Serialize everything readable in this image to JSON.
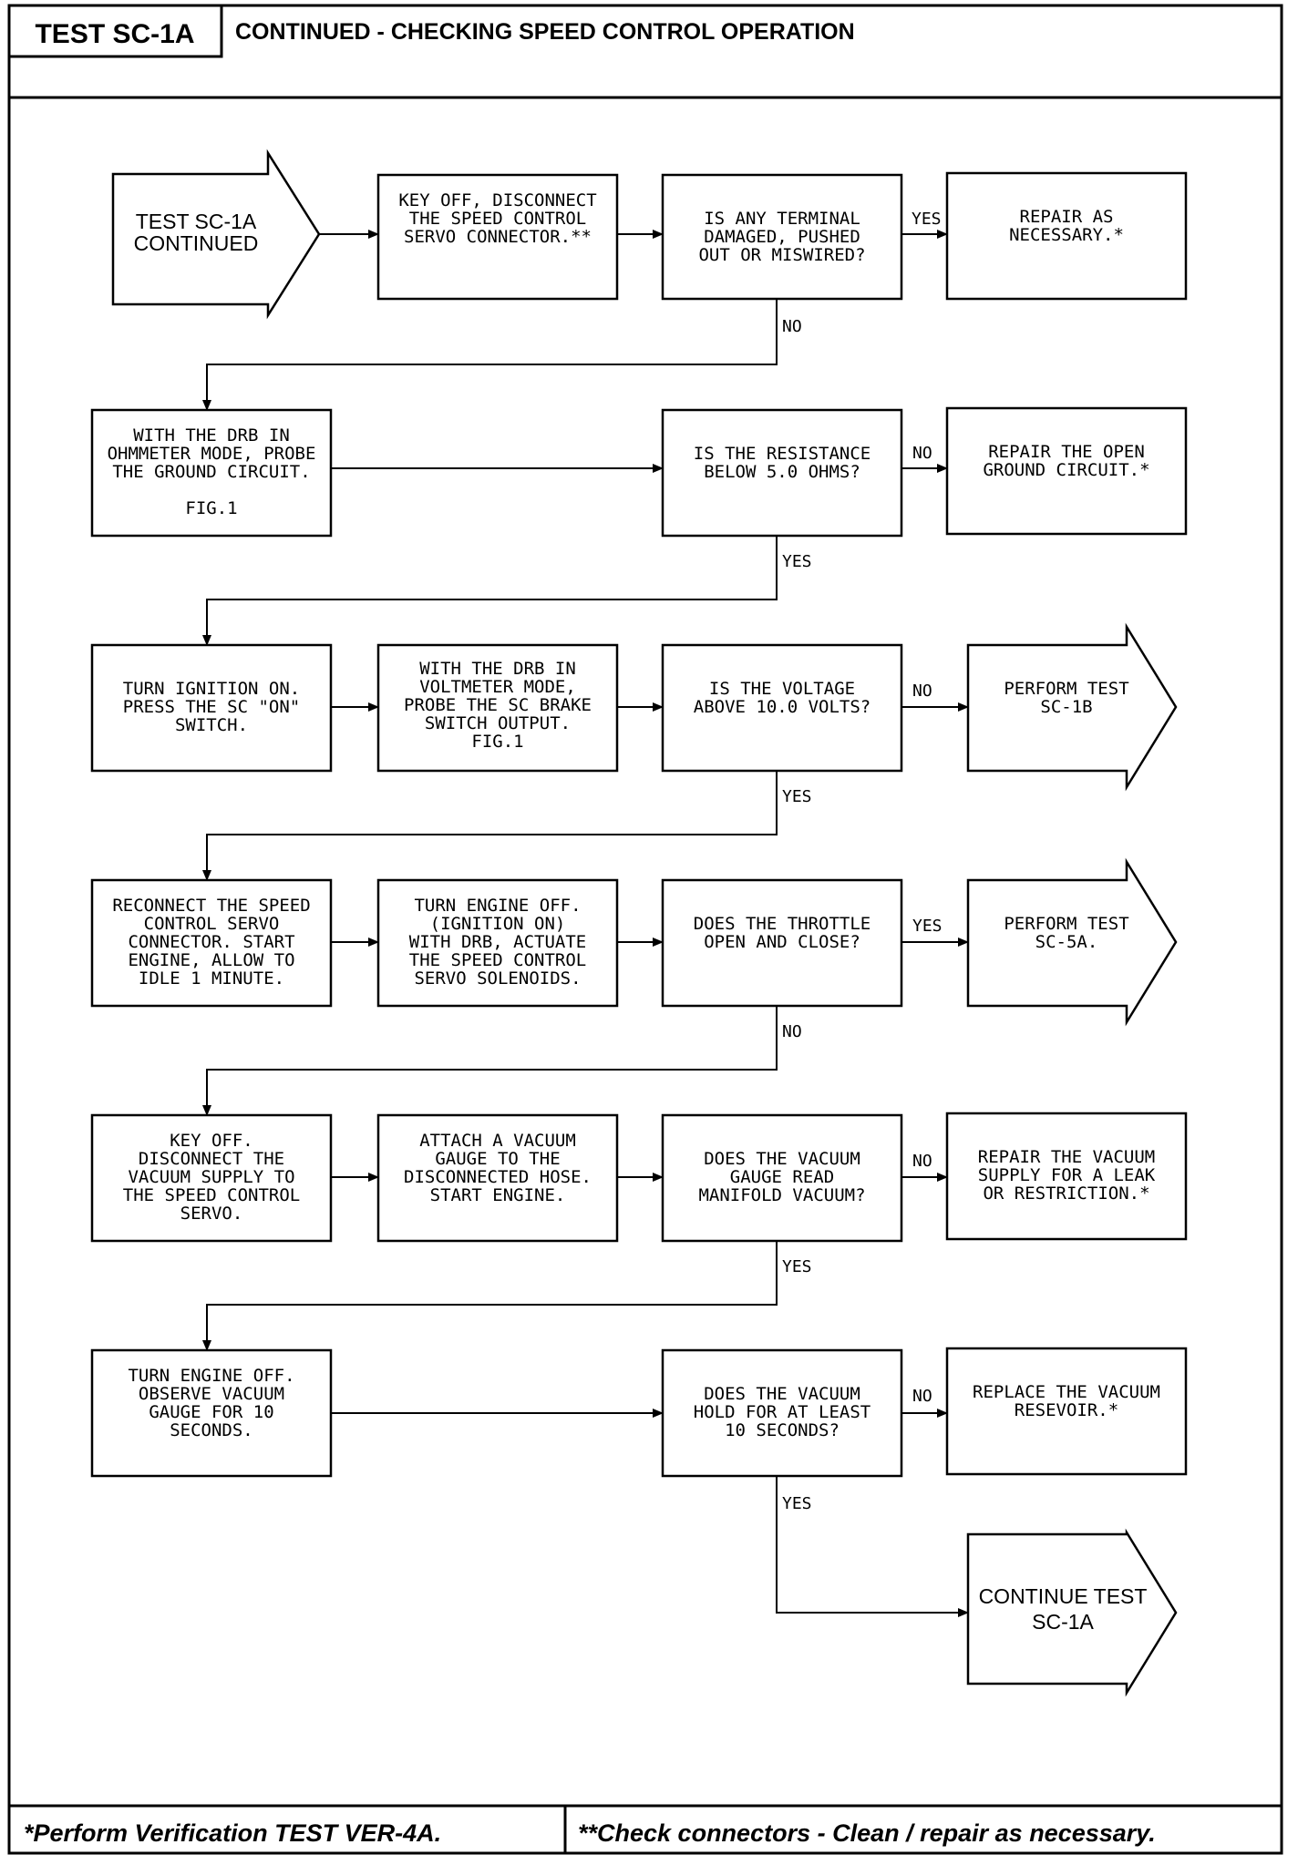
{
  "header": {
    "test_id": "TEST SC-1A",
    "title": "CONTINUED - CHECKING SPEED CONTROL OPERATION"
  },
  "nodes": {
    "start_arrow": [
      "TEST SC-1A",
      "CONTINUED"
    ],
    "r1_key_off": [
      "KEY OFF, DISCONNECT",
      "THE SPEED CONTROL",
      "SERVO CONNECTOR.**"
    ],
    "r1_decision": [
      "IS ANY TERMINAL",
      "DAMAGED, PUSHED",
      "OUT OR MISWIRED?"
    ],
    "r1_repair": [
      "REPAIR AS",
      "NECESSARY.*"
    ],
    "r2_ohmmeter": [
      "WITH THE DRB IN",
      "OHMMETER MODE, PROBE",
      "THE GROUND CIRCUIT.",
      "",
      "FIG.1"
    ],
    "r2_decision": [
      "IS THE RESISTANCE",
      "BELOW 5.0 OHMS?"
    ],
    "r2_repair": [
      "REPAIR THE OPEN",
      "GROUND CIRCUIT.*"
    ],
    "r3_ignition": [
      "TURN IGNITION ON.",
      "PRESS THE SC \"ON\"",
      "SWITCH."
    ],
    "r3_voltmeter": [
      "WITH THE DRB IN",
      "VOLTMETER MODE,",
      "PROBE THE SC BRAKE",
      "SWITCH OUTPUT.",
      "FIG.1"
    ],
    "r3_decision": [
      "IS THE VOLTAGE",
      "ABOVE 10.0 VOLTS?"
    ],
    "r3_perform": [
      "PERFORM TEST",
      "SC-1B"
    ],
    "r4_reconnect": [
      "RECONNECT THE SPEED",
      "CONTROL SERVO",
      "CONNECTOR. START",
      "ENGINE, ALLOW TO",
      "IDLE 1 MINUTE."
    ],
    "r4_engine_off": [
      "TURN ENGINE OFF.",
      "(IGNITION ON)",
      "WITH DRB, ACTUATE",
      "THE SPEED CONTROL",
      "SERVO SOLENOIDS."
    ],
    "r4_decision": [
      "DOES THE THROTTLE",
      "OPEN AND CLOSE?"
    ],
    "r4_perform": [
      "PERFORM TEST",
      "SC-5A."
    ],
    "r5_key_off": [
      "KEY OFF.",
      "DISCONNECT THE",
      "VACUUM SUPPLY TO",
      "THE SPEED CONTROL",
      "SERVO."
    ],
    "r5_attach": [
      "ATTACH A VACUUM",
      "GAUGE TO THE",
      "DISCONNECTED HOSE.",
      "START ENGINE."
    ],
    "r5_decision": [
      "DOES THE VACUUM",
      "GAUGE READ",
      "MANIFOLD VACUUM?"
    ],
    "r5_repair": [
      "REPAIR THE VACUUM",
      "SUPPLY FOR A LEAK",
      "OR RESTRICTION.*"
    ],
    "r6_engine_off": [
      "TURN ENGINE OFF.",
      "OBSERVE VACUUM",
      "GAUGE FOR 10",
      "SECONDS."
    ],
    "r6_decision": [
      "DOES THE VACUUM",
      "HOLD FOR AT LEAST",
      "10 SECONDS?"
    ],
    "r6_replace": [
      "REPLACE THE VACUUM",
      "RESEVOIR.*"
    ],
    "end_arrow": [
      "CONTINUE TEST",
      "SC-1A"
    ]
  },
  "labels": {
    "r1_yes": "YES",
    "r1_no": "NO",
    "r2_no": "NO",
    "r2_yes": "YES",
    "r3_no": "NO",
    "r3_yes": "YES",
    "r4_yes": "YES",
    "r4_no": "NO",
    "r5_no": "NO",
    "r5_yes": "YES",
    "r6_no": "NO",
    "r6_yes": "YES"
  },
  "footer": {
    "left": "*Perform Verification TEST VER-4A.",
    "right": "**Check connectors - Clean / repair as necessary."
  }
}
